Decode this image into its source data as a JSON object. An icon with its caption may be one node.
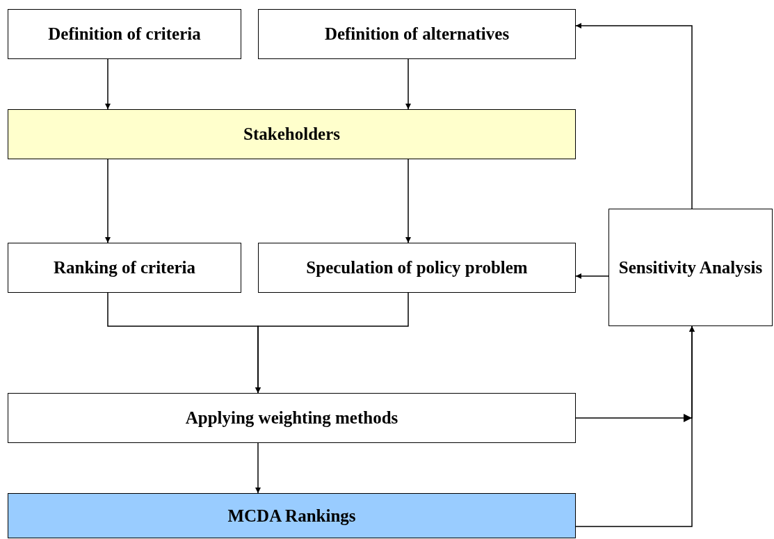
{
  "diagram": {
    "nodes": [
      {
        "text": [
          "Definition of criteria"
        ]
      },
      {
        "text": [
          "Definition of alternatives"
        ]
      },
      {
        "text": [
          "Stakeholders"
        ]
      },
      {
        "text": [
          "Ranking of criteria"
        ]
      },
      {
        "text": [
          "Speculation of policy problem"
        ]
      },
      {
        "text": [
          "Sensitivity Analysis"
        ]
      },
      {
        "text": [
          "Applying weighting methods"
        ]
      },
      {
        "text": [
          "MCDA Rankings"
        ]
      }
    ],
    "edges": [
      {
        "from": 0,
        "to": 2,
        "arrow": "to"
      },
      {
        "from": 1,
        "to": 2,
        "arrow": "to"
      },
      {
        "from": 2,
        "to": 3,
        "arrow": "to"
      },
      {
        "from": 2,
        "to": 4,
        "arrow": "to"
      },
      {
        "from": 3,
        "to": 6,
        "arrow": "to"
      },
      {
        "from": 4,
        "to": 6,
        "arrow": "to"
      },
      {
        "from": 6,
        "to": 7,
        "arrow": "to"
      },
      {
        "from": 6,
        "to": 5,
        "arrow": "to"
      },
      {
        "from": 7,
        "to": 5,
        "arrow": "to"
      },
      {
        "from": 5,
        "to": 1,
        "arrow": "to"
      },
      {
        "from": 5,
        "to": 4,
        "arrow": "to"
      }
    ]
  }
}
